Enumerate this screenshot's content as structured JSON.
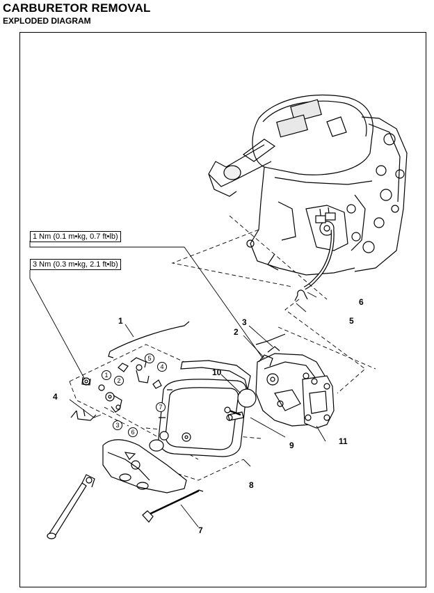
{
  "header": {
    "title": "CARBURETOR REMOVAL",
    "subtitle": "EXPLODED DIAGRAM"
  },
  "torque_specs": {
    "upper": "1 Nm (0.1 m•kg, 0.7 ft•lb)",
    "lower": "3 Nm (0.3 m•kg, 2.1 ft•lb)"
  },
  "callouts": [
    "1",
    "2",
    "3",
    "4",
    "5",
    "6",
    "7",
    "8",
    "9",
    "10",
    "11"
  ],
  "circled_callouts": [
    "1",
    "2",
    "3",
    "4",
    "5",
    "6",
    "7"
  ]
}
